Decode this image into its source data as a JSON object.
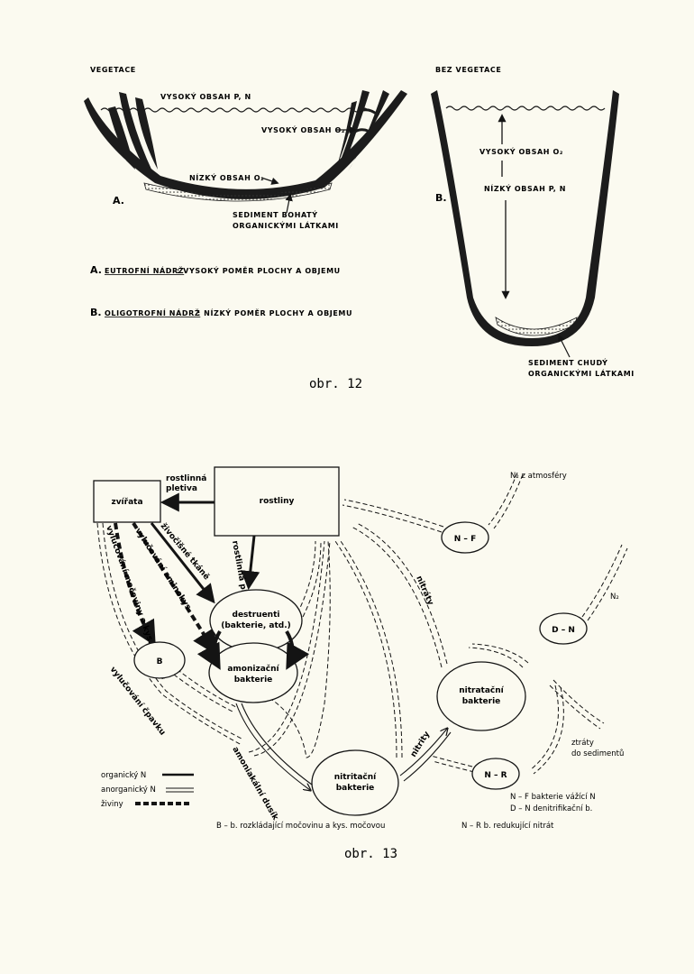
{
  "fig12": {
    "left_title": "VEGETACE",
    "right_title": "BEZ VEGETACE",
    "high_pn": "VYSOKÝ OBSAH P, N",
    "high_o2": "VYSOKÝ OBSAH O₂",
    "low_o2": "NÍZKÝ OBSAH O₂",
    "sediment_rich_1": "SEDIMENT BOHATÝ",
    "sediment_rich_2": "ORGANICKÝMI LÁTKAMI",
    "label_a": "A.",
    "label_b": "B.",
    "right_high_o2": "VYSOKÝ OBSAH O₂",
    "right_low_pn": "NÍZKÝ OBSAH P, N",
    "sediment_poor_1": "SEDIMENT CHUDÝ",
    "sediment_poor_2": "ORGANICKÝMI LÁTKAMI",
    "legend_a_letter": "A.",
    "legend_a_term": "EUTROFNÍ NÁDRŽ",
    "legend_a_desc": ": VYSOKÝ POMĚR PLOCHY A OBJEMU",
    "legend_b_letter": "B.",
    "legend_b_term": "OLIGOTROFNÍ NÁDRŽ",
    "legend_b_desc": ": NÍZKÝ POMĚR PLOCHY A OBJEMU",
    "caption": "obr. 12"
  },
  "fig13": {
    "nodes": {
      "zvirata": "zvířata",
      "rostliny": "rostliny",
      "destruenti_1": "destruenti",
      "destruenti_2": "(bakterie, atd.)",
      "amonizacni_1": "amonizační",
      "amonizacni_2": "bakterie",
      "b": "B",
      "nf": "N – F",
      "dn": "D – N",
      "nr": "N – R",
      "nitratacni_1": "nitratační",
      "nitratacni_2": "bakterie",
      "nitritacni_1": "nitritační",
      "nitritacni_2": "bakterie"
    },
    "edges": {
      "rostlinna_pletiva_1": "rostlinná",
      "rostlinna_pletiva_2": "pletiva",
      "zivocisne_tkane": "živočišné tkáně",
      "vylucovani_aminokys": "vylučování aminokys.",
      "vylucovani_mocoviny": "vylučování močoviny a kys. močové",
      "vylucovani_cpavku": "vylučování čpavku",
      "rostlinna_pletiva_v": "rostlinná pletiva",
      "amoniakalni_dusik": "amoniakální dusík",
      "nitrity": "nitrity",
      "nitraty": "nitráty",
      "n2_atm": "N₂ z atmosféry",
      "n2": "N₂",
      "ztraty_1": "ztráty",
      "ztraty_2": "do sedimentů"
    },
    "legend": {
      "organic": "organický N",
      "inorganic": "anorganický N",
      "nutrients": "živiny"
    },
    "notes": {
      "b_note": "B – b. rozkládající močovinu a kys. močovou",
      "nf_note": "N – F  bakterie vážící N",
      "dn_note": "D – N  denitrifikační b.",
      "nr_note": "N – R  b. redukující nitrát"
    },
    "caption": "obr. 13"
  }
}
